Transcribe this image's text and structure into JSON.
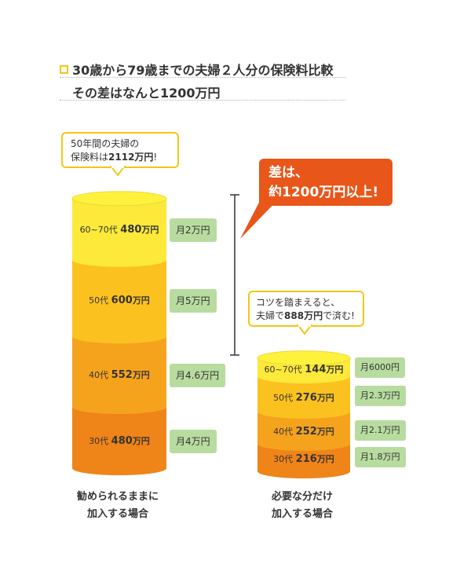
{
  "header": {
    "title": "30歳から79歳までの夫婦２人分の保険料比較",
    "subtitle": "その差はなんと1200万円"
  },
  "bubbles": {
    "left_line1": "50年間の夫婦の",
    "left_line2_prefix": "保険料は",
    "left_line2_bold": "2112万円",
    "left_line2_suffix": "!",
    "right_line1": "コツを踏まえると、",
    "right_line2_prefix": "夫婦で",
    "right_line2_bold": "888万円",
    "right_line2_suffix": "で済む!",
    "diff_line1": "差は、",
    "diff_line2": "約1200万円以上!"
  },
  "captions": {
    "left_line1": "勧められるままに",
    "left_line2": "加入する場合",
    "right_line1": "必要な分だけ",
    "right_line2": "加入する場合"
  },
  "colors": {
    "seg_60_70": "#fde93a",
    "seg_50": "#fbc21f",
    "seg_40": "#f5a31d",
    "seg_30": "#ef8419",
    "tag_green": "#b8dca0",
    "bubble_border": "#f5c518",
    "diff_bubble": "#e8561a"
  },
  "chart_data": [
    {
      "type": "bar",
      "stacked": true,
      "name": "勧められるままに加入する場合",
      "categories": [
        "30代",
        "40代",
        "50代",
        "60~70代"
      ],
      "values": [
        480,
        552,
        600,
        480
      ],
      "amount_labels": [
        "480",
        "552",
        "600",
        "480"
      ],
      "unit": "万円",
      "monthly": [
        "月4万円",
        "月4.6万円",
        "月5万円",
        "月2万円"
      ],
      "total_label": "2112万円"
    },
    {
      "type": "bar",
      "stacked": true,
      "name": "必要な分だけ加入する場合",
      "categories": [
        "30代",
        "40代",
        "50代",
        "60~70代"
      ],
      "values": [
        216,
        252,
        276,
        144
      ],
      "amount_labels": [
        "216",
        "252",
        "276",
        "144"
      ],
      "unit": "万円",
      "monthly": [
        "月1.8万円",
        "月2.1万円",
        "月2.3万円",
        "月6000円"
      ],
      "total_label": "888万円"
    }
  ]
}
